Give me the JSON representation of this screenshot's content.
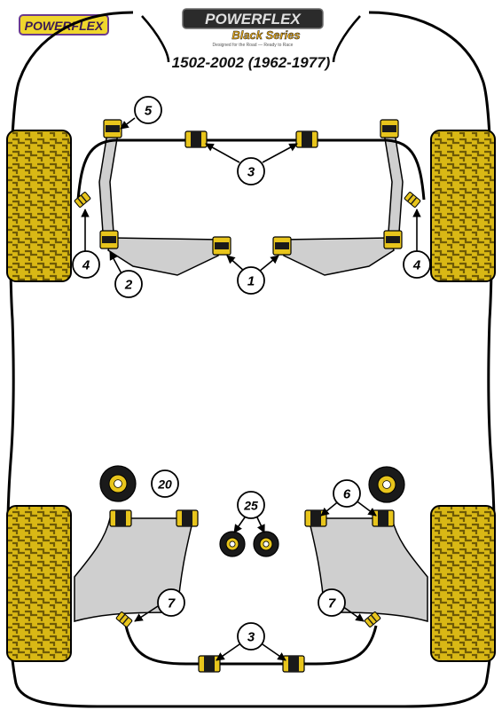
{
  "header": {
    "corner_logo": "POWERFLEX",
    "brand": "POWERFLEX",
    "series": "Black Series",
    "tagline": "Designed for the Road — Ready to Race",
    "model_title": "1502-2002 (1962-1977)"
  },
  "callouts": [
    {
      "id": "c5a",
      "label": "5"
    },
    {
      "id": "c3a",
      "label": "3"
    },
    {
      "id": "c4a",
      "label": "4"
    },
    {
      "id": "c4b",
      "label": "4"
    },
    {
      "id": "c2a",
      "label": "2"
    },
    {
      "id": "c1a",
      "label": "1"
    },
    {
      "id": "c20",
      "label": "20"
    },
    {
      "id": "c25",
      "label": "25"
    },
    {
      "id": "c6a",
      "label": "6"
    },
    {
      "id": "c7a",
      "label": "7"
    },
    {
      "id": "c7b",
      "label": "7"
    },
    {
      "id": "c3b",
      "label": "3"
    }
  ],
  "colors": {
    "bush_yellow": "#e8c51c",
    "bush_black": "#1a1a1a",
    "tyre_yellow": "#d9b815",
    "arm_grey": "#bdbdbd",
    "outline": "#000000"
  }
}
